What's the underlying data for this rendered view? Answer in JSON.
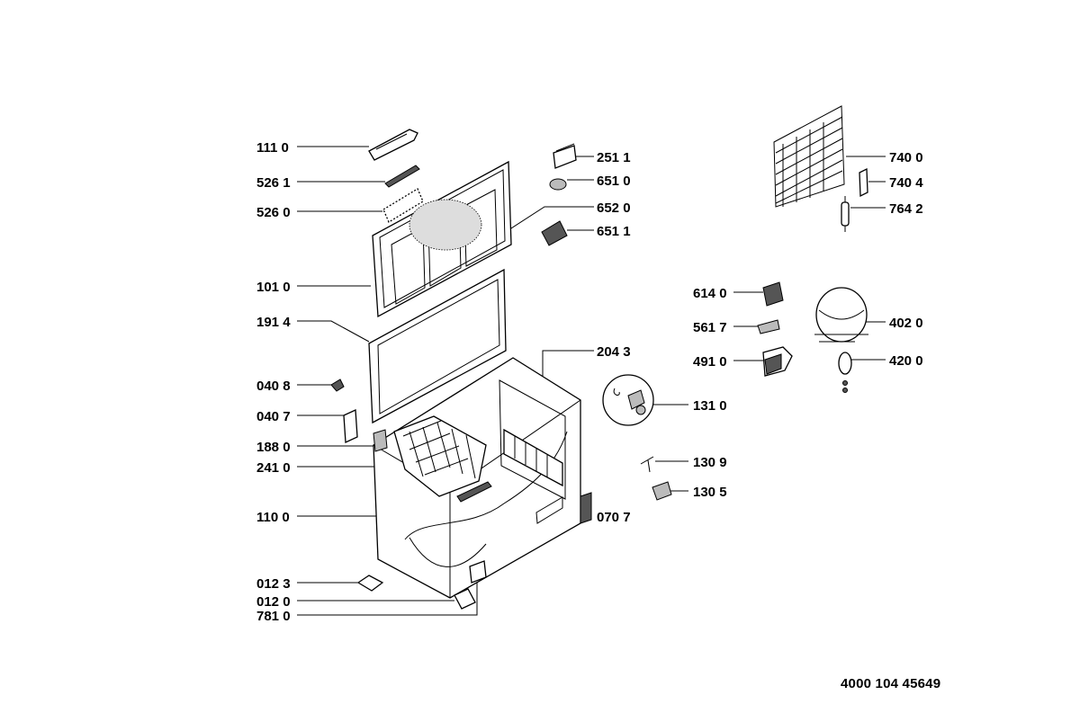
{
  "labels": {
    "p1110": "111 0",
    "p5261": "526 1",
    "p5260": "526 0",
    "p1010": "101 0",
    "p1914": "191 4",
    "p0408": "040 8",
    "p0407": "040 7",
    "p1880": "188 0",
    "p2410": "241 0",
    "p1100": "110 0",
    "p0123": "012 3",
    "p0120": "012 0",
    "p7810": "781 0",
    "p2511": "251 1",
    "p6510": "651 0",
    "p6520": "652 0",
    "p6511": "651 1",
    "p2043": "204 3",
    "p1310": "131 0",
    "p1309": "130 9",
    "p1305": "130 5",
    "p0707": "070 7",
    "p7400": "740 0",
    "p7404": "740 4",
    "p7642": "764 2",
    "p6140": "614 0",
    "p5617": "561 7",
    "p4910": "491 0",
    "p4020": "402 0",
    "p4200": "420 0"
  },
  "document_number": "4000 104 45649"
}
